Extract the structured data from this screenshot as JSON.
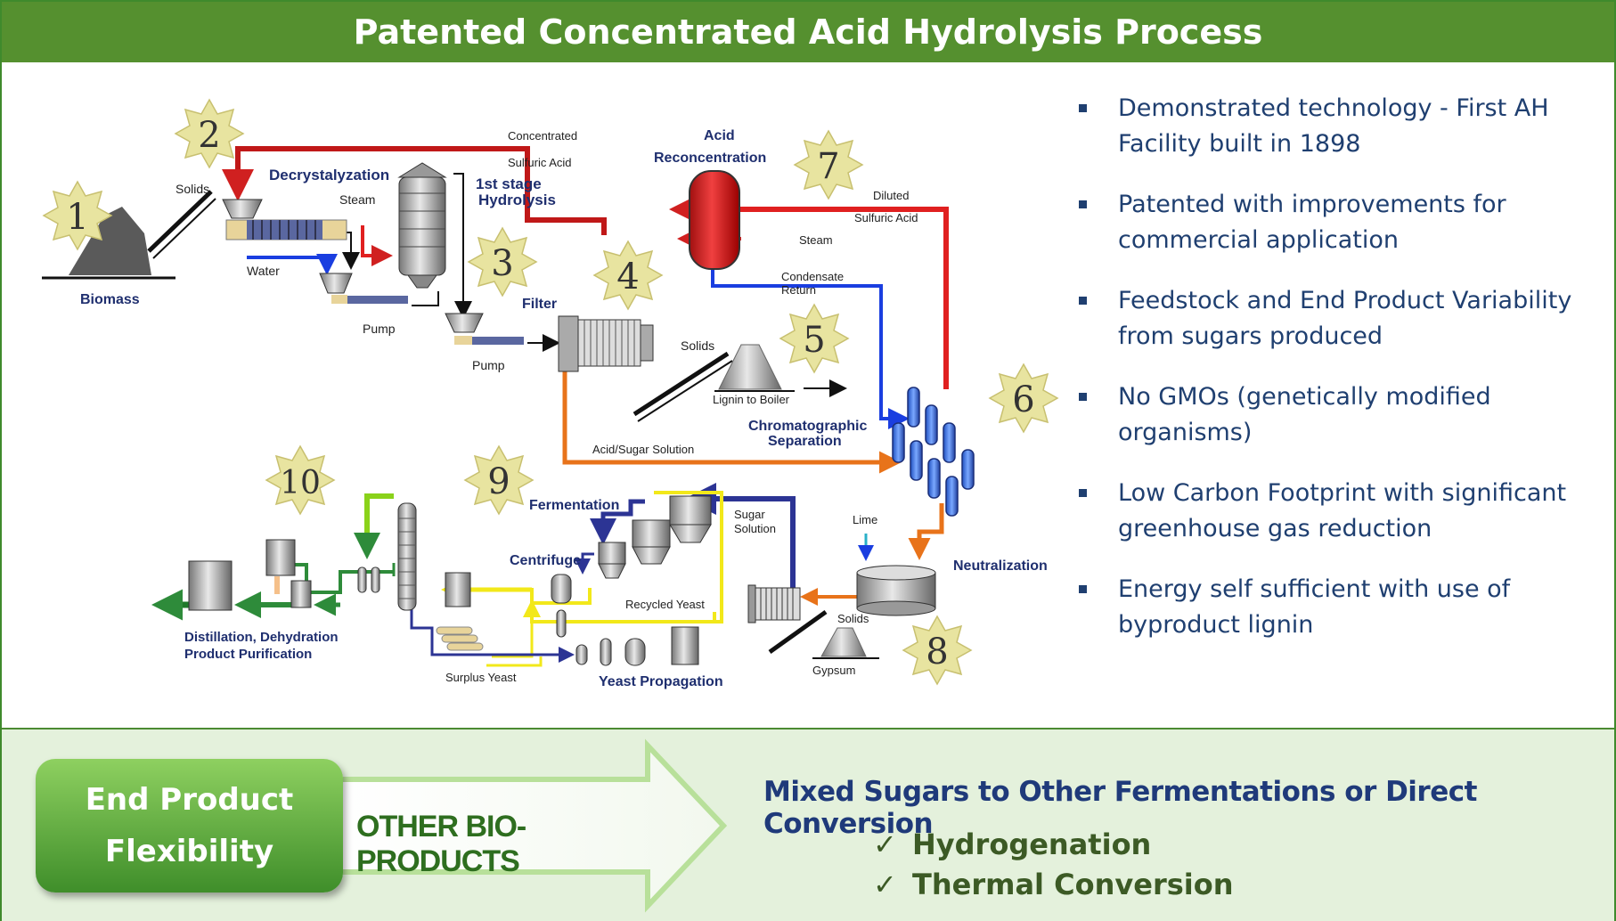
{
  "title": "Patented Concentrated Acid Hydrolysis Process",
  "diagram": {
    "labels": {
      "biomass": "Biomass",
      "solids_1": "Solids",
      "decrystalyzation": "Decrystalyzation",
      "steam_1": "Steam",
      "water": "Water",
      "pump_1": "Pump",
      "pump_2": "Pump",
      "first_stage_1": "1st stage",
      "first_stage_2": "Hydrolysis",
      "filter": "Filter",
      "concentrated_1": "Concentrated",
      "concentrated_2": "Sulfuric Acid",
      "acid_recon_1": "Acid",
      "acid_recon_2": "Reconcentration",
      "diluted_1": "Diluted",
      "diluted_2": "Sulfuric Acid",
      "steam_2": "Steam",
      "condensate_1": "Condensate",
      "condensate_2": "Return",
      "solids_2": "Solids",
      "lignin": "Lignin to Boiler",
      "chromatographic_1": "Chromatographic",
      "chromatographic_2": "Separation",
      "acid_sugar": "Acid/Sugar Solution",
      "fermentation": "Fermentation",
      "sugar_solution_1": "Sugar",
      "sugar_solution_2": "Solution",
      "centrifuge": "Centrifuge",
      "recycled_yeast": "Recycled Yeast",
      "lime": "Lime",
      "neutralization": "Neutralization",
      "solids_3": "Solids",
      "gypsum": "Gypsum",
      "distillation_1": "Distillation, Dehydration",
      "distillation_2": "Product Purification",
      "surplus_yeast": "Surplus Yeast",
      "yeast_propagation": "Yeast Propagation"
    },
    "steps": [
      "1",
      "2",
      "3",
      "4",
      "5",
      "6",
      "7",
      "8",
      "9",
      "10"
    ]
  },
  "bullets": [
    "Demonstrated technology - First AH Facility built in 1898",
    "Patented with improvements for commercial application",
    "Feedstock and End Product Variability from sugars produced",
    "No GMOs (genetically modified organisms)",
    "Low Carbon Footprint with significant greenhouse gas reduction",
    "Energy self sufficient with use of byproduct lignin"
  ],
  "bottom": {
    "flexibility": "End Product Flexibility",
    "arrow_label": "OTHER BIO-PRODUCTS",
    "mixed_title": "Mixed Sugars to Other Fermentations or Direct Conversion",
    "check_icon": "✓",
    "options": [
      "Hydrogenation",
      "Thermal Conversion"
    ]
  },
  "colors": {
    "header_green": "#55902f",
    "acid_red": "#d02020",
    "condensate_blue": "#1a3ee0",
    "sugar_orange": "#e8731a",
    "yeast_yellow": "#f2e81a",
    "star_fill": "#e8e4a0"
  }
}
